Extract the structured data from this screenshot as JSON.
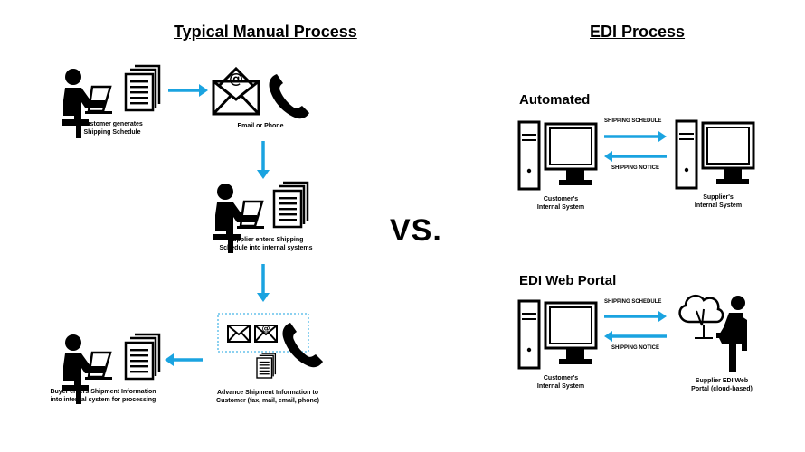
{
  "left": {
    "title": "Typical Manual Process",
    "steps": [
      {
        "caption_line1": "Customer generates",
        "caption_line2": "Shipping Schedule"
      },
      {
        "caption_line1": "Email or Phone",
        "caption_line2": ""
      },
      {
        "caption_line1": "Supplier enters Shipping",
        "caption_line2": "Schedule into internal systems"
      },
      {
        "caption_line1": "Advance Shipment Information to",
        "caption_line2": "Customer (fax, mail, email, phone)"
      },
      {
        "caption_line1": "Buyer enters Shipment Information",
        "caption_line2": "into internal system for processing"
      }
    ]
  },
  "vs_label": "VS.",
  "right": {
    "title": "EDI Process",
    "automated": {
      "heading": "Automated",
      "arrow_top": "SHIPPING SCHEDULE",
      "arrow_bottom": "SHIPPING NOTICE",
      "left_caption_line1": "Customer's",
      "left_caption_line2": "Internal System",
      "right_caption_line1": "Supplier's",
      "right_caption_line2": "Internal System"
    },
    "portal": {
      "heading": "EDI Web Portal",
      "arrow_top": "SHIPPING SCHEDULE",
      "arrow_bottom": "SHIPPING NOTICE",
      "left_caption_line1": "Customer's",
      "left_caption_line2": "Internal System",
      "right_caption_line1": "Supplier EDI Web",
      "right_caption_line2": "Portal (cloud-based)"
    }
  },
  "colors": {
    "arrow": "#1aa3e0",
    "ink": "#000000"
  }
}
